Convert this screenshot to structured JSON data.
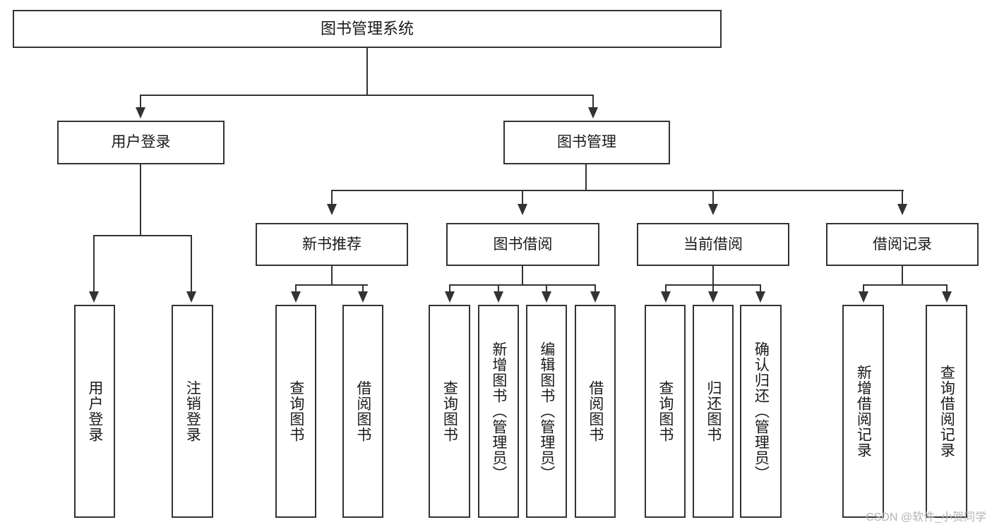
{
  "diagram": {
    "type": "tree",
    "title": "图书管理系统",
    "background_color": "#ffffff",
    "line_color": "#333333",
    "box_fill": "#ffffff",
    "root": {
      "label": "图书管理系统"
    },
    "level1": [
      {
        "label": "用户登录"
      },
      {
        "label": "图书管理"
      }
    ],
    "level2": [
      {
        "label": "新书推荐"
      },
      {
        "label": "图书借阅"
      },
      {
        "label": "当前借阅"
      },
      {
        "label": "借阅记录"
      }
    ],
    "leaves": {
      "user_login": [
        {
          "label": "用户登录"
        },
        {
          "label": "注销登录"
        }
      ],
      "new_book_recommend": [
        {
          "label": "查询图书"
        },
        {
          "label": "借阅图书"
        }
      ],
      "book_borrow": [
        {
          "label": "查询图书"
        },
        {
          "label": "新增图书（管理员）"
        },
        {
          "label": "编辑图书（管理员）"
        },
        {
          "label": "借阅图书"
        }
      ],
      "current_borrow": [
        {
          "label": "查询图书"
        },
        {
          "label": "归还图书"
        },
        {
          "label": "确认归还（管理员）"
        }
      ],
      "borrow_record": [
        {
          "label": "新增借阅记录"
        },
        {
          "label": "查询借阅记录"
        }
      ]
    }
  },
  "watermark": {
    "text": "CSDN @软件_小贺同学",
    "color": "#b4b4b4"
  }
}
